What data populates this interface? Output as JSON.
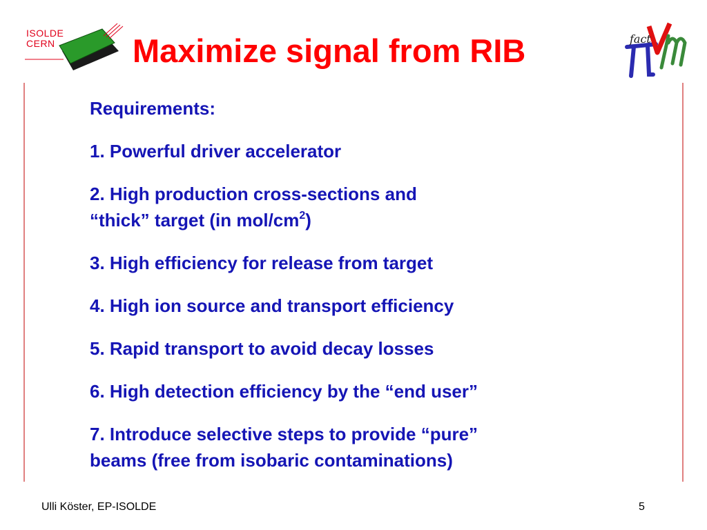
{
  "header": {
    "logo_left_line1": "ISOLDE",
    "logo_left_line2": "CERN",
    "title": "Maximize signal from RIB",
    "logo_right_word": "fact"
  },
  "content": {
    "heading": "Requirements:",
    "items": [
      "1. Powerful driver accelerator",
      "2. High production cross-sections and",
      "“thick” target (in mol/cm",
      "2",
      ")",
      "3. High efficiency for release from target",
      "4. High ion source and transport efficiency",
      "5. Rapid transport to avoid decay losses",
      "6. High detection efficiency by the “end user”",
      "7. Introduce selective steps to provide “pure”",
      "beams (free from isobaric contaminations)"
    ]
  },
  "footer": {
    "author": "Ulli Köster, EP-ISOLDE",
    "page_number": "5"
  },
  "colors": {
    "title": "#ff0000",
    "body_text": "#1515b5",
    "rules": "#e08080",
    "logo_green": "#2a9a2a"
  }
}
